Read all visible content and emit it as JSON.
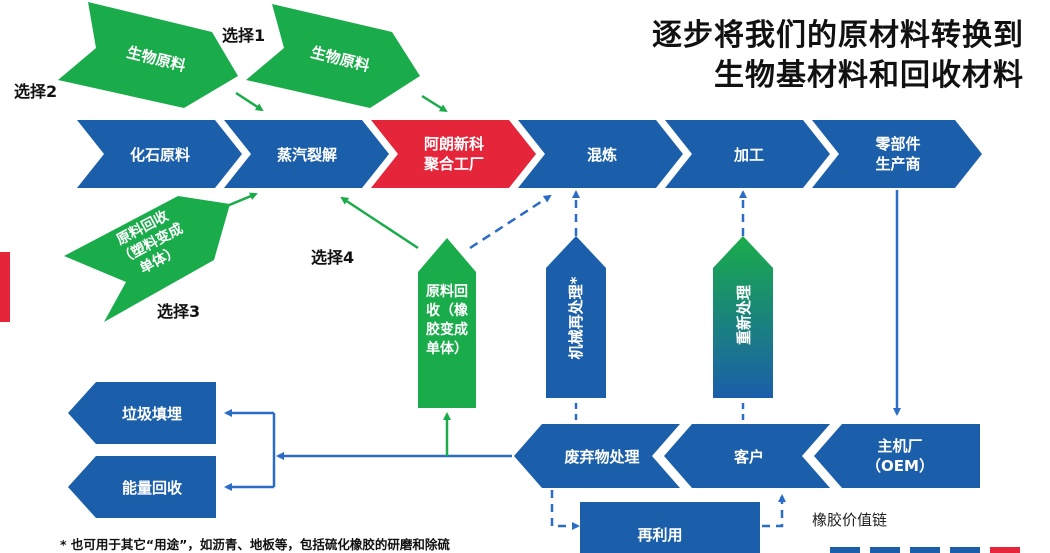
{
  "title_line1": "逐步将我们的原材料转换到",
  "title_line2": "生物基材料和回收材料",
  "options": {
    "opt1": "选择1",
    "opt2": "选择2",
    "opt3": "选择3",
    "opt4": "选择4"
  },
  "bio_feedstock_1": "生物原料",
  "bio_feedstock_2": "生物原料",
  "plastic_recycling": [
    "原料回收",
    "（塑料变成",
    "单体）"
  ],
  "chain": {
    "fossil": "化石原料",
    "steam": "蒸汽裂解",
    "arlanxeo": [
      "阿朗新科",
      "聚合工厂"
    ],
    "mixing": "混炼",
    "processing": "加工",
    "parts": [
      "零部件",
      "生产商"
    ]
  },
  "rubber_recycling": [
    "原料回",
    "收（橡",
    "胶变成",
    "单体）"
  ],
  "mechanical": "机械再处理*",
  "reprocess": "重新处理",
  "bottom": {
    "landfill": "垃圾填埋",
    "energy": "能量回收",
    "waste": "废弃物处理",
    "customer": "客户",
    "oem": [
      "主机厂",
      "（OEM）"
    ],
    "reuse": "再利用"
  },
  "value_chain_label": "橡胶价值链",
  "footnote": "* 也可用于其它“用途”，如沥青、地板等，包括硫化橡胶的研磨和除硫",
  "colors": {
    "blue": "#1b5eaa",
    "green": "#1aac4b",
    "red": "#e5263a",
    "arrow_blue": "#2b6cc4"
  }
}
